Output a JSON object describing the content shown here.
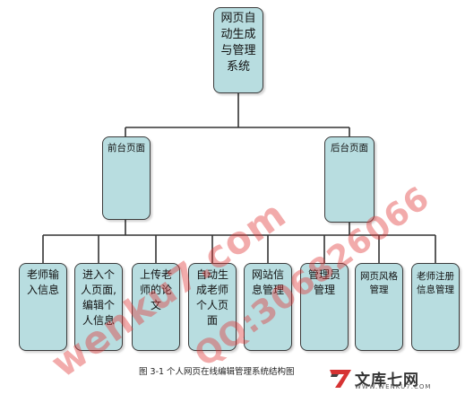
{
  "root": {
    "label_lines": [
      "网页自",
      "动生成",
      "与管理",
      "系统"
    ]
  },
  "front": {
    "label": "前台页面"
  },
  "back": {
    "label": "后台页面"
  },
  "leaves": [
    {
      "lines": [
        "老师输",
        "入信息"
      ]
    },
    {
      "lines": [
        "进入个",
        "人页面,",
        "编辑个",
        "人信息"
      ]
    },
    {
      "lines": [
        "上传老",
        "师的论",
        "文"
      ]
    },
    {
      "lines": [
        "自动生",
        "成老师",
        "个人页",
        "面"
      ]
    },
    {
      "lines": [
        "网站信",
        "息管理"
      ]
    },
    {
      "lines": [
        "管理员",
        "管理"
      ]
    },
    {
      "lines": [
        "网页风格",
        "管理"
      ]
    },
    {
      "lines": [
        "老师注册",
        "信息管理"
      ]
    }
  ],
  "caption": "图 3-1 个人网页在线编辑管理系统结构图",
  "watermarks": [
    "wenku7.com",
    "QQ:306826066"
  ],
  "logo": {
    "name": "文库七网",
    "url": "WWW.WENKU7.COM"
  },
  "colors": {
    "box_fill": "#b8dde0",
    "box_border": "#3b3b3b",
    "watermark": "#e13737"
  }
}
